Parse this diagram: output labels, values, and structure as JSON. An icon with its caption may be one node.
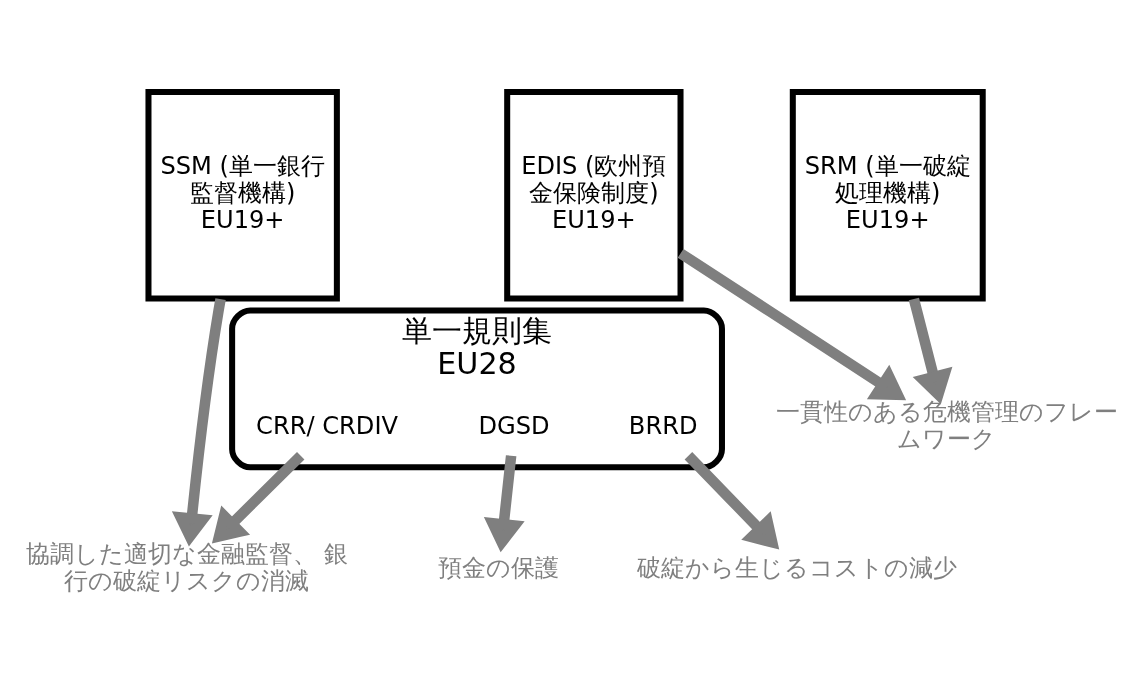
{
  "diagram": {
    "nodes": [
      {
        "text": [
          "SSM (単一銀行監督機構)",
          "EU19+"
        ]
      },
      {
        "text": [
          "SRM (単一破綻処理機構)",
          "EU19+"
        ]
      },
      {
        "text": [
          "EDIS (欧州預金保険制度)",
          "EU19+"
        ]
      },
      {
        "text": [
          "単一規則集",
          "EU28"
        ]
      },
      {
        "text": [
          "CRR/ CRDIV"
        ],
        "in": 3
      },
      {
        "text": [
          "BRRD"
        ],
        "in": 3
      },
      {
        "text": [
          "DGSD"
        ],
        "in": 3
      },
      {
        "text": [
          "一貫性のある危機管理のフレームワーク"
        ]
      },
      {
        "text": [
          "協調した適切な金融監督、 銀行の破綻リスクの消滅"
        ]
      },
      {
        "text": [
          "破綻から生じるコストの減少"
        ]
      },
      {
        "text": [
          "預金の保護"
        ]
      }
    ],
    "edges": [
      {
        "from": 1,
        "to": 7,
        "arrow": "to"
      },
      {
        "from": 2,
        "to": 7,
        "arrow": "to"
      },
      {
        "from": 0,
        "to": 8,
        "arrow": "to"
      },
      {
        "from": 4,
        "to": 8,
        "arrow": "to"
      },
      {
        "from": 5,
        "to": 9,
        "arrow": "to"
      },
      {
        "from": 6,
        "to": 10,
        "arrow": "to"
      }
    ]
  }
}
